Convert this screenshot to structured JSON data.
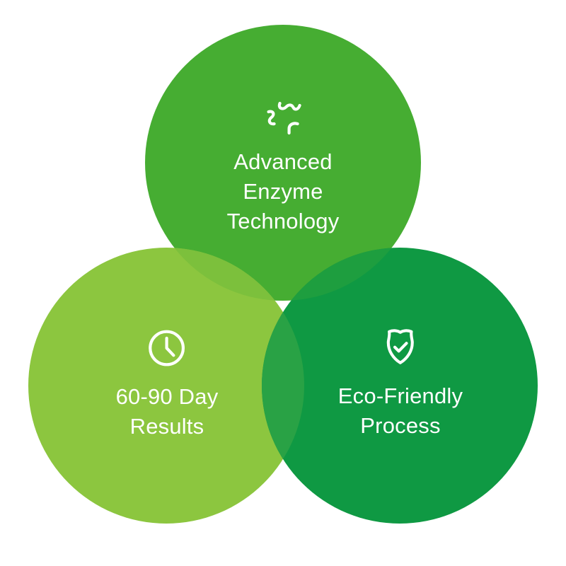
{
  "colors": {
    "background": "#ffffff",
    "circle_top": "#46AD32",
    "circle_bottom_left": "#8CC63F",
    "circle_bottom_right": "#0F9943",
    "overlap_top_left": "#7CC03C",
    "overlap_top_right": "#1E9E3F",
    "overlap_left_right": "#29A245",
    "text": "#ffffff",
    "icon_stroke": "#ffffff"
  },
  "diagram": {
    "type": "venn",
    "circles": [
      {
        "id": "top",
        "icon": "enzyme-squiggle-icon",
        "label_lines": {
          "0": "Advanced",
          "1": "Enzyme",
          "2": "Technology"
        },
        "label_text": "Advanced Enzyme Technology"
      },
      {
        "id": "bottom-left",
        "icon": "clock-icon",
        "label_lines": {
          "0": "60-90 Day",
          "1": "Results"
        },
        "label_text": "60-90 Day Results"
      },
      {
        "id": "bottom-right",
        "icon": "shield-check-icon",
        "label_lines": {
          "0": "Eco-Friendly",
          "1": "Process"
        },
        "label_text": "Eco-Friendly Process"
      }
    ]
  }
}
